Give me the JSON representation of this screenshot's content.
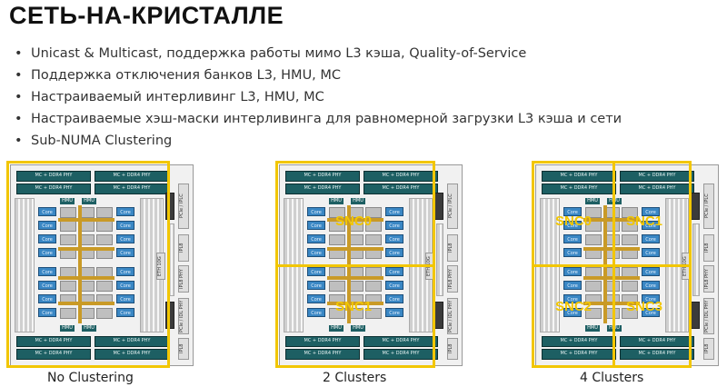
{
  "title": "СЕТЬ-НА-КРИСТАЛЛЕ",
  "bullets": [
    "Unicast & Multicast, поддержка работы мимо L3 кэша, Quality-of-Service",
    "Поддержка отключения банков L3, HMU, MC",
    "Настраиваемый интерливинг L3, HMU, MC",
    "Настраиваемые хэш-маски интерливинга для равномерной загрузки L3 кэша и сети",
    "Sub-NUMA Clustering"
  ],
  "die_labels": {
    "phy": "MC + DDR4 PHY",
    "core": "Core",
    "hmu": "HMU",
    "pcie_iplc": "PCIe / IPLC",
    "ipl8": "IPL8",
    "ipl8_phy": "IPL8 PHY",
    "eth": "ETH 10G",
    "pcie_idl_phy": "PCIe / IDL PHY"
  },
  "diagrams": [
    {
      "caption": "No Clustering",
      "snc_labels": []
    },
    {
      "caption": "2 Clusters",
      "snc_labels": [
        "SNC0",
        "SNC1"
      ]
    },
    {
      "caption": "4 Clusters",
      "snc_labels": [
        "SNC0",
        "SNC1",
        "SNC2",
        "SNC3"
      ]
    }
  ],
  "colors": {
    "frame": "#f2c600",
    "core": "#3a87c4",
    "phy": "#1d5f63",
    "band": "#c99a27",
    "llc": "#bfbfbf"
  }
}
